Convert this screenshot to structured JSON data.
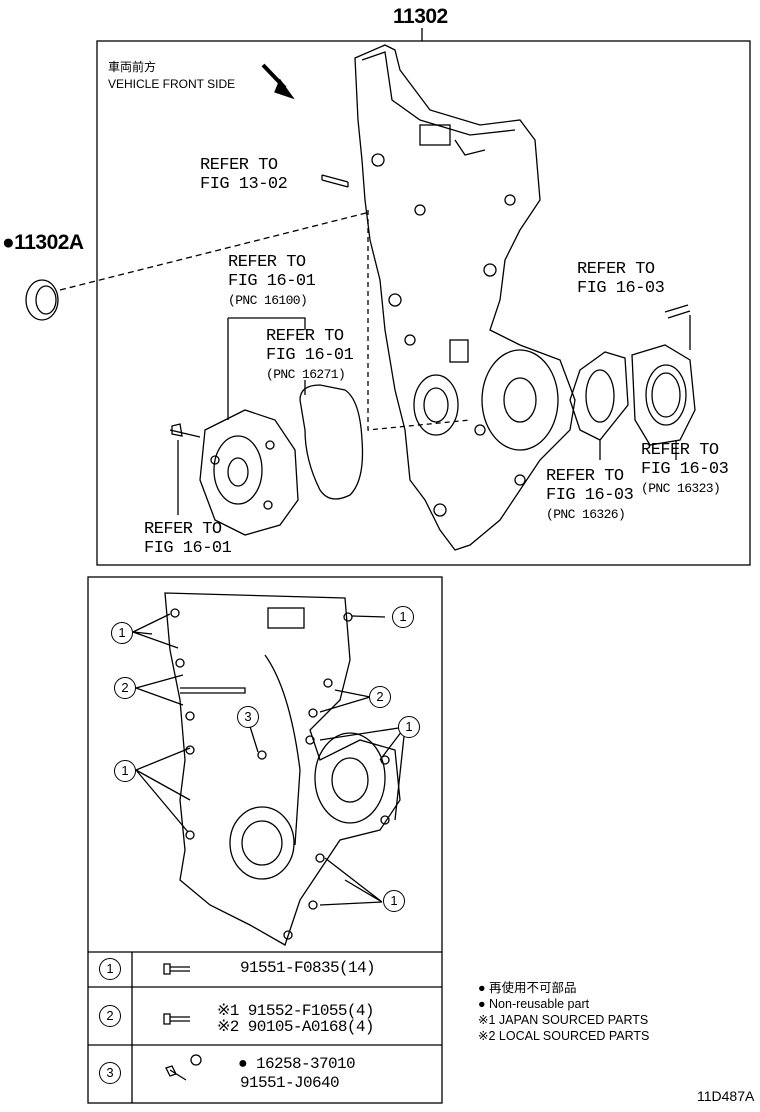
{
  "main_part_number": "11302",
  "seal_part_number": "●11302A",
  "orientation": {
    "jp": "車両前方",
    "en": "VEHICLE FRONT SIDE"
  },
  "refer_labels": [
    {
      "id": "r1302",
      "line1": "REFER TO",
      "line2": "FIG 13-02",
      "pnc": ""
    },
    {
      "id": "r1601a",
      "line1": "REFER TO",
      "line2": "FIG 16-01",
      "pnc": "(PNC 16100)"
    },
    {
      "id": "r1601b",
      "line1": "REFER TO",
      "line2": "FIG 16-01",
      "pnc": "(PNC 16271)"
    },
    {
      "id": "r1601c",
      "line1": "REFER TO",
      "line2": "FIG 16-01",
      "pnc": ""
    },
    {
      "id": "r1603a",
      "line1": "REFER TO",
      "line2": "FIG 16-03",
      "pnc": ""
    },
    {
      "id": "r1603b",
      "line1": "REFER TO",
      "line2": "FIG 16-03",
      "pnc": "(PNC 16323)"
    },
    {
      "id": "r1603c",
      "line1": "REFER TO",
      "line2": "FIG 16-03",
      "pnc": "(PNC 16326)"
    }
  ],
  "callouts": [
    "1",
    "2",
    "3"
  ],
  "parts_table": [
    {
      "key": "1",
      "lines": [
        "91551-F0835(14)"
      ]
    },
    {
      "key": "2",
      "lines": [
        "※1 91552-F1055(4)",
        "※2 90105-A0168(4)"
      ]
    },
    {
      "key": "3",
      "lines": [
        "● 16258-37010",
        "91551-J0640"
      ]
    }
  ],
  "legend": {
    "jp_nonreusable": "● 再使用不可部品",
    "en_nonreusable": "● Non-reusable part",
    "note1": "※1 JAPAN SOURCED PARTS",
    "note2": "※2 LOCAL SOURCED PARTS"
  },
  "figure_code": "11D487A"
}
